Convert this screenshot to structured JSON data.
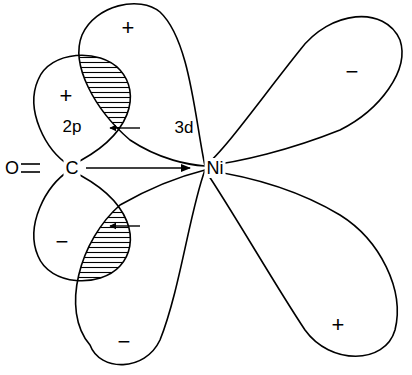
{
  "diagram": {
    "labels": [
      "+",
      "−",
      "+",
      "2p",
      "3d",
      "O",
      "C",
      "Ni",
      "−",
      "−",
      "+"
    ]
  }
}
